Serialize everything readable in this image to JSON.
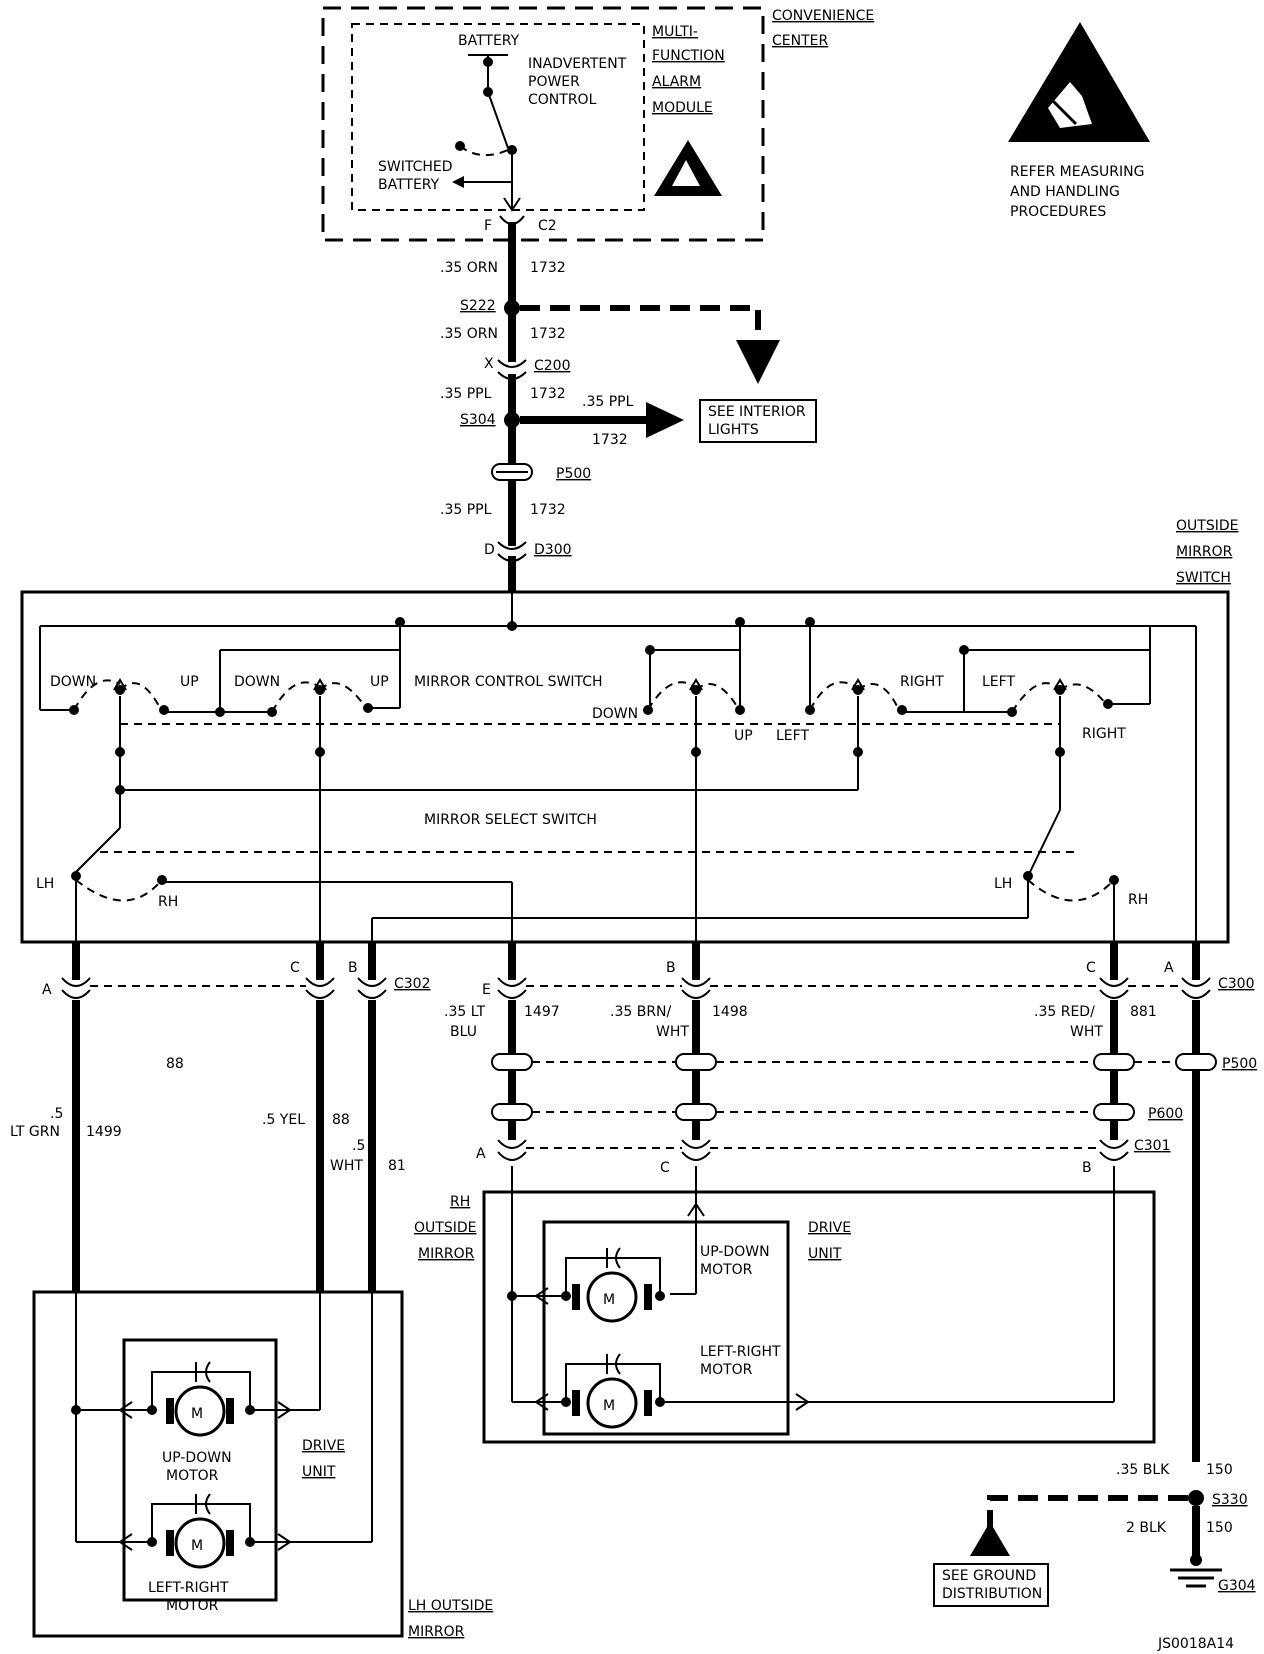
{
  "convenience_center": {
    "label_1": "CONVENIENCE",
    "label_2": "CENTER",
    "battery": "BATTERY",
    "inadvertent_1": "INADVERTENT",
    "inadvertent_2": "POWER",
    "inadvertent_3": "CONTROL",
    "switched_1": "SWITCHED",
    "switched_2": "BATTERY",
    "module_1": "MULTI-",
    "module_2": "FUNCTION",
    "module_3": "ALARM",
    "module_4": "MODULE",
    "pin_f": "F",
    "conn_c2": "C2"
  },
  "esd_notice": {
    "line_1": "REFER MEASURING",
    "line_2": "AND HANDLING",
    "line_3": "PROCEDURES"
  },
  "feed": {
    "wire_1_gauge": ".35 ORN",
    "wire_1_circuit": "1732",
    "splice_s222": "S222",
    "wire_2_gauge": ".35 ORN",
    "wire_2_circuit": "1732",
    "pin_x": "X",
    "conn_c200": "C200",
    "wire_3_gauge": ".35 PPL",
    "wire_3_circuit": "1732",
    "splice_s304": "S304",
    "branch_gauge": ".35 PPL",
    "branch_circuit": "1732",
    "see_interior_1": "SEE INTERIOR",
    "see_interior_2": "LIGHTS",
    "conn_p500": "P500",
    "wire_4_gauge": ".35 PPL",
    "wire_4_circuit": "1732",
    "pin_d": "D",
    "conn_d300": "D300"
  },
  "switch_assembly": {
    "label_1": "OUTSIDE",
    "label_2": "MIRROR",
    "label_3": "SWITCH",
    "control_switch": "MIRROR CONTROL SWITCH",
    "select_switch": "MIRROR SELECT SWITCH",
    "down_1": "DOWN",
    "up_1": "UP",
    "down_2": "DOWN",
    "up_2": "UP",
    "down_3": "DOWN",
    "up_3": "UP",
    "left_1": "LEFT",
    "right_1": "RIGHT",
    "left_2": "LEFT",
    "right_2": "RIGHT",
    "lh_1": "LH",
    "rh_1": "RH",
    "lh_2": "LH",
    "rh_2": "RH"
  },
  "connectors": {
    "pin_a_left": "A",
    "pin_c_left": "C",
    "pin_b_left": "B",
    "conn_c302": "C302",
    "pin_e": "E",
    "pin_b_mid": "B",
    "pin_c_right": "C",
    "pin_a_right": "A",
    "conn_c300": "C300",
    "conn_p500": "P500",
    "conn_p600": "P600",
    "pin_a_c301": "A",
    "pin_c_c301": "C",
    "pin_b_c301": "B",
    "conn_c301": "C301"
  },
  "wires": {
    "w88_top": "88",
    "w1499_gauge_1": ".5",
    "w1499_gauge_2": "LT GRN",
    "w1499_circuit": "1499",
    "w88_gauge": ".5 YEL",
    "w88_circuit": "88",
    "w81_gauge_1": ".5",
    "w81_gauge_2": "WHT",
    "w81_circuit": "81",
    "w1497_gauge_1": ".35 LT",
    "w1497_gauge_2": "BLU",
    "w1497_circuit": "1497",
    "w1498_gauge_1": ".35 BRN/",
    "w1498_gauge_2": "WHT",
    "w1498_circuit": "1498",
    "w881_gauge_1": ".35 RED/",
    "w881_gauge_2": "WHT",
    "w881_circuit": "881",
    "w150_gauge_1": ".35 BLK",
    "w150_circuit_1": "150",
    "w150_gauge_2": "2 BLK",
    "w150_circuit_2": "150"
  },
  "rh_mirror": {
    "label_1": "RH",
    "label_2": "OUTSIDE",
    "label_3": "MIRROR",
    "drive_1": "DRIVE",
    "drive_2": "UNIT",
    "updown_1": "UP-DOWN",
    "updown_2": "MOTOR",
    "leftright_1": "LEFT-RIGHT",
    "leftright_2": "MOTOR",
    "motor_symbol": "M"
  },
  "lh_mirror": {
    "label_1": "LH OUTSIDE",
    "label_2": "MIRROR",
    "drive_1": "DRIVE",
    "drive_2": "UNIT",
    "updown_1": "UP-DOWN",
    "updown_2": "MOTOR",
    "leftright_1": "LEFT-RIGHT",
    "leftright_2": "MOTOR",
    "motor_symbol": "M"
  },
  "ground": {
    "splice_s330": "S330",
    "g304": "G304",
    "see_ground_1": "SEE GROUND",
    "see_ground_2": "DISTRIBUTION"
  },
  "figure_id": "JS0018A14"
}
